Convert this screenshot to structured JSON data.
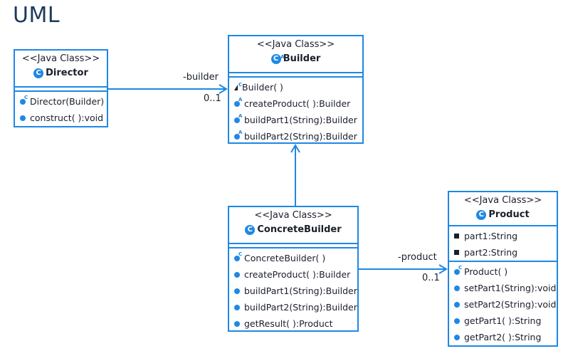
{
  "title": "UML",
  "classes": {
    "director": {
      "stereotype": "<<Java Class>>",
      "name": "Director",
      "methods": [
        {
          "text": "Director(Builder)",
          "modifier": "C"
        },
        {
          "text": "construct( ):void",
          "modifier": ""
        }
      ]
    },
    "builder": {
      "stereotype": "<<Java Class>>",
      "name": "Builder",
      "methods": [
        {
          "text": "Builder( )",
          "modifier": "C"
        },
        {
          "text": "createProduct( ):Builder",
          "modifier": "A"
        },
        {
          "text": "buildPart1(String):Builder",
          "modifier": "A"
        },
        {
          "text": "buildPart2(String):Builder",
          "modifier": "A"
        }
      ]
    },
    "concrete_builder": {
      "stereotype": "<<Java Class>>",
      "name": "ConcreteBuilder",
      "methods": [
        {
          "text": "ConcreteBuilder( )",
          "modifier": "C"
        },
        {
          "text": "createProduct( ):Builder",
          "modifier": ""
        },
        {
          "text": "buildPart1(String):Builder",
          "modifier": ""
        },
        {
          "text": "buildPart2(String):Builder",
          "modifier": ""
        },
        {
          "text": "getResult( ):Product",
          "modifier": ""
        }
      ]
    },
    "product": {
      "stereotype": "<<Java Class>>",
      "name": "Product",
      "fields": [
        {
          "text": "part1:String"
        },
        {
          "text": "part2:String"
        }
      ],
      "methods": [
        {
          "text": "Product( )",
          "modifier": "C"
        },
        {
          "text": "setPart1(String):void",
          "modifier": ""
        },
        {
          "text": "setPart2(String):void",
          "modifier": ""
        },
        {
          "text": "getPart1( ):String",
          "modifier": ""
        },
        {
          "text": "getPart2( ):String",
          "modifier": ""
        }
      ]
    }
  },
  "connectors": {
    "director_builder": {
      "role": "-builder",
      "multiplicity": "0..1"
    },
    "concrete_product": {
      "role": "-product",
      "multiplicity": "0..1"
    }
  },
  "colors": {
    "accent": "#1e88e5",
    "title": "#1c3a5e",
    "text": "#1a1f2b"
  }
}
